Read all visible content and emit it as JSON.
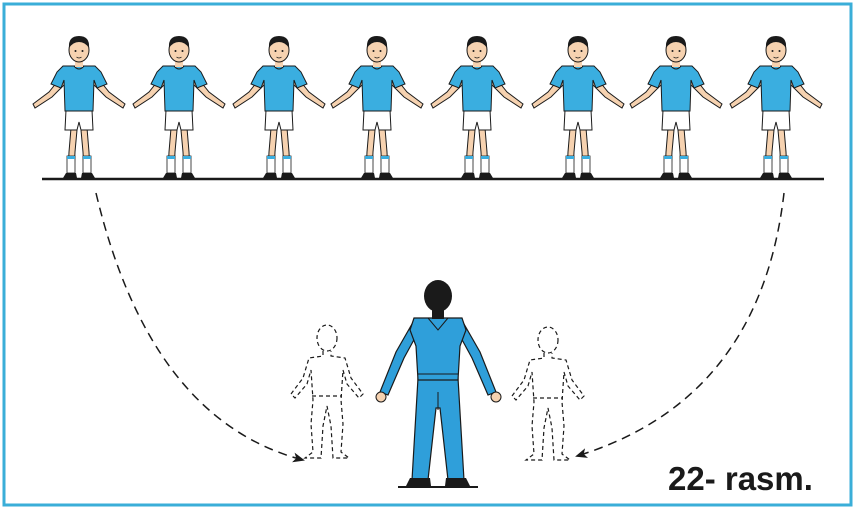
{
  "figure": {
    "caption": "22- rasm.",
    "frame_color": "#3aaed8",
    "shirt_color": "#3aaee0",
    "shirt_dark": "#1c8cc8",
    "suit_color": "#2f9fda",
    "outline_color": "#1a1a1a",
    "skin_color": "#f6d2b0",
    "hair_color": "#1a1a1a",
    "sock_accent": "#3aaee0",
    "children_count": 8,
    "dashed_figures": 2,
    "arrows": 2
  }
}
